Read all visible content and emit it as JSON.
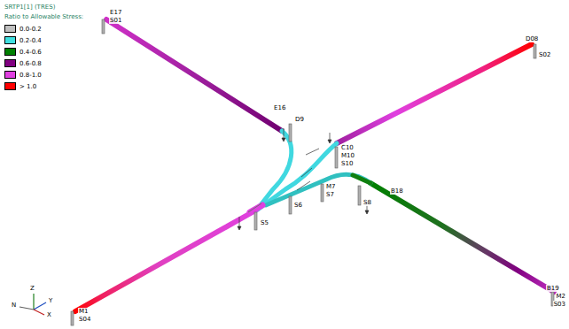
{
  "diagram": {
    "title": "SRTP1[1] (TRES)",
    "labels": [
      "Ratio to Allowable Stress:",
      "E17",
      "S01",
      "E16",
      "D9",
      "C10",
      "M10",
      "S10",
      "D08",
      "S02",
      "B18",
      "S8",
      "M7",
      "S7",
      "S6",
      "S5",
      "B19",
      "M2",
      "S03",
      "M1",
      "S04",
      "Z",
      "Y",
      "X",
      "N"
    ],
    "legend": [
      {
        "text": "0.0-0.2",
        "color": "#c0c0c0"
      },
      {
        "text": "0.2-0.4",
        "color": "#40e0e0"
      },
      {
        "text": "0.4-0.6",
        "color": "#008000"
      },
      {
        "text": "0.6-0.8",
        "color": "#800080"
      },
      {
        "text": "0.8-1.0",
        "color": "#e040e0"
      },
      {
        "text": "> 1.0",
        "color": "#ff0000"
      }
    ]
  }
}
